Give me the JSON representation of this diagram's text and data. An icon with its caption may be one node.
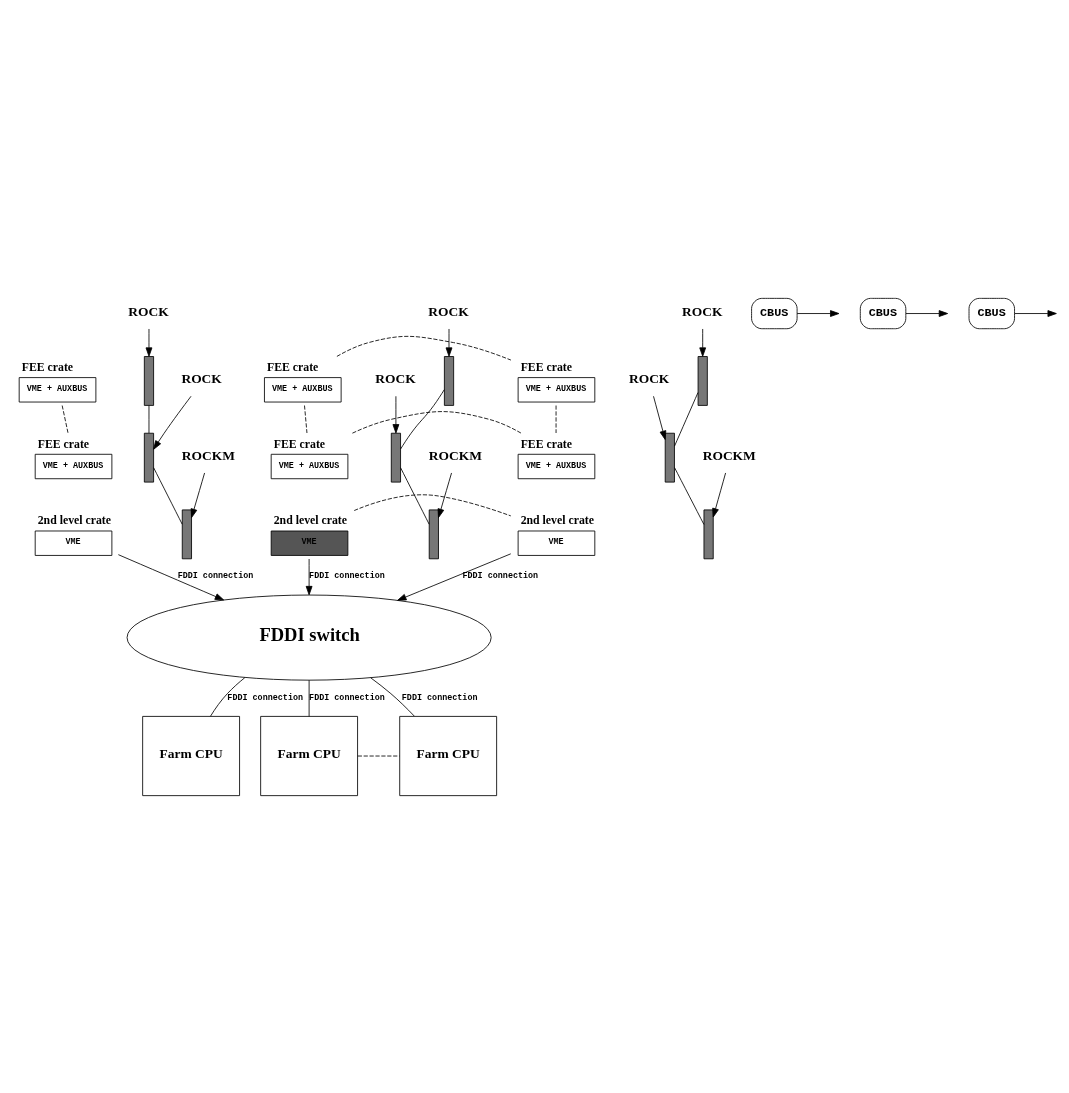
{
  "diagram": {
    "nodes": [
      {
        "text": [
          "ROCK"
        ]
      },
      {
        "text": [
          "FEE crate",
          "VME + AUXBUS"
        ]
      },
      {
        "text": [],
        "shape": "bar"
      },
      {
        "text": [
          "ROCK"
        ]
      },
      {
        "text": [
          "FEE crate",
          "VME + AUXBUS"
        ]
      },
      {
        "text": [],
        "shape": "bar"
      },
      {
        "text": [
          "ROCKM"
        ]
      },
      {
        "text": [
          "2nd level crate",
          "VME"
        ]
      },
      {
        "text": [],
        "shape": "bar"
      },
      {
        "text": [
          "CBUS"
        ]
      },
      {
        "text": [
          "ROCK"
        ]
      },
      {
        "text": [
          "FEE crate",
          "VME + AUXBUS"
        ]
      },
      {
        "text": [],
        "shape": "bar"
      },
      {
        "text": [
          "ROCK"
        ]
      },
      {
        "text": [
          "FEE crate",
          "VME + AUXBUS"
        ]
      },
      {
        "text": [],
        "shape": "bar"
      },
      {
        "text": [
          "ROCKM"
        ]
      },
      {
        "text": [
          "2nd level crate",
          "VME"
        ]
      },
      {
        "text": [],
        "shape": "bar"
      },
      {
        "text": [
          "CBUS"
        ]
      },
      {
        "text": [
          "ROCK"
        ]
      },
      {
        "text": [
          "FEE crate",
          "VME + AUXBUS"
        ]
      },
      {
        "text": [],
        "shape": "bar"
      },
      {
        "text": [
          "ROCK"
        ]
      },
      {
        "text": [
          "FEE crate",
          "VME + AUXBUS"
        ]
      },
      {
        "text": [],
        "shape": "bar"
      },
      {
        "text": [
          "ROCKM"
        ]
      },
      {
        "text": [
          "2nd level crate",
          "VME"
        ]
      },
      {
        "text": [],
        "shape": "bar"
      },
      {
        "text": [
          "CBUS"
        ]
      },
      {
        "text": [
          "FDDI switch"
        ]
      },
      {
        "text": [
          "Farm CPU"
        ]
      },
      {
        "text": [
          "Farm CPU"
        ]
      },
      {
        "text": [
          "Farm CPU"
        ]
      }
    ],
    "edges": [
      {
        "from": 0,
        "to": 2,
        "arrow": "to"
      },
      {
        "from": 3,
        "to": 5,
        "arrow": "to"
      },
      {
        "from": 6,
        "to": 8,
        "arrow": "to"
      },
      {
        "from": 2,
        "to": 5,
        "arrow": "none"
      },
      {
        "from": 5,
        "to": 8,
        "arrow": "none"
      },
      {
        "from": 1,
        "to": 4,
        "arrow": "none",
        "style": "dashed"
      },
      {
        "from": 9,
        "to": null,
        "arrow": "to"
      },
      {
        "from": 7,
        "to": 30,
        "arrow": "to",
        "label": "FDDI connection"
      },
      {
        "from": 10,
        "to": 12,
        "arrow": "to"
      },
      {
        "from": 13,
        "to": 15,
        "arrow": "to"
      },
      {
        "from": 16,
        "to": 18,
        "arrow": "to"
      },
      {
        "from": 12,
        "to": 15,
        "arrow": "none"
      },
      {
        "from": 15,
        "to": 18,
        "arrow": "none"
      },
      {
        "from": 11,
        "to": 14,
        "arrow": "none",
        "style": "dashed"
      },
      {
        "from": 19,
        "to": null,
        "arrow": "to"
      },
      {
        "from": 17,
        "to": 30,
        "arrow": "to",
        "label": "FDDI connection"
      },
      {
        "from": 20,
        "to": 22,
        "arrow": "to"
      },
      {
        "from": 23,
        "to": 25,
        "arrow": "to"
      },
      {
        "from": 26,
        "to": 28,
        "arrow": "to"
      },
      {
        "from": 22,
        "to": 25,
        "arrow": "none"
      },
      {
        "from": 25,
        "to": 28,
        "arrow": "none"
      },
      {
        "from": 21,
        "to": 24,
        "arrow": "none",
        "style": "dashed"
      },
      {
        "from": 29,
        "to": null,
        "arrow": "to"
      },
      {
        "from": 27,
        "to": 30,
        "arrow": "to",
        "label": "FDDI connection"
      },
      {
        "from": 11,
        "to": 21,
        "arrow": "none",
        "style": "dashed"
      },
      {
        "from": 14,
        "to": 24,
        "arrow": "none",
        "style": "dashed"
      },
      {
        "from": 17,
        "to": 27,
        "arrow": "none",
        "style": "dashed"
      },
      {
        "from": 30,
        "to": 31,
        "arrow": "none",
        "label": "FDDI connection"
      },
      {
        "from": 30,
        "to": 32,
        "arrow": "none",
        "label": "FDDI connection"
      },
      {
        "from": 30,
        "to": 33,
        "arrow": "none",
        "label": "FDDI connection"
      },
      {
        "from": 32,
        "to": 33,
        "arrow": "none",
        "style": "dashed"
      }
    ]
  }
}
